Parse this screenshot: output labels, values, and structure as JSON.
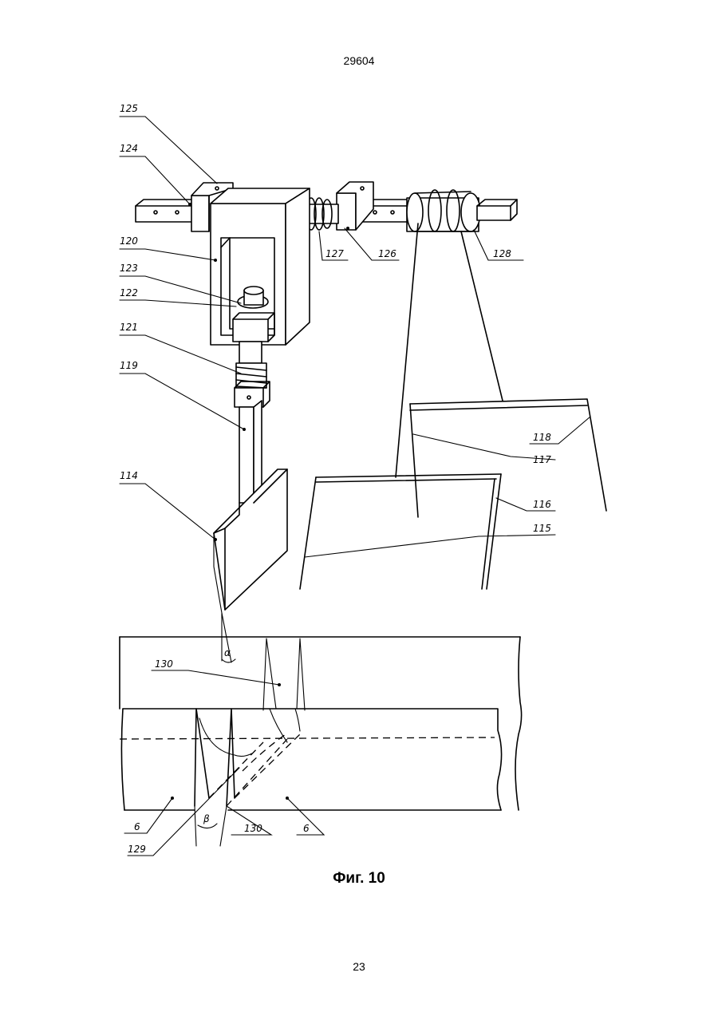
{
  "header": {
    "patent_number": "29604"
  },
  "figure": {
    "caption": "Фиг. 10",
    "labels": {
      "l125": "125",
      "l124": "124",
      "l120": "120",
      "l123": "123",
      "l122": "122",
      "l121": "121",
      "l119": "119",
      "l114": "114",
      "l127": "127",
      "l126": "126",
      "l128": "128",
      "l118": "118",
      "l117": "117",
      "l116": "116",
      "l115": "115",
      "l130a": "130",
      "l130b": "130",
      "l6a": "6",
      "l6b": "6",
      "l129": "129"
    },
    "angles": {
      "alpha": "α",
      "beta": "β"
    }
  },
  "footer": {
    "page_number": "23"
  }
}
